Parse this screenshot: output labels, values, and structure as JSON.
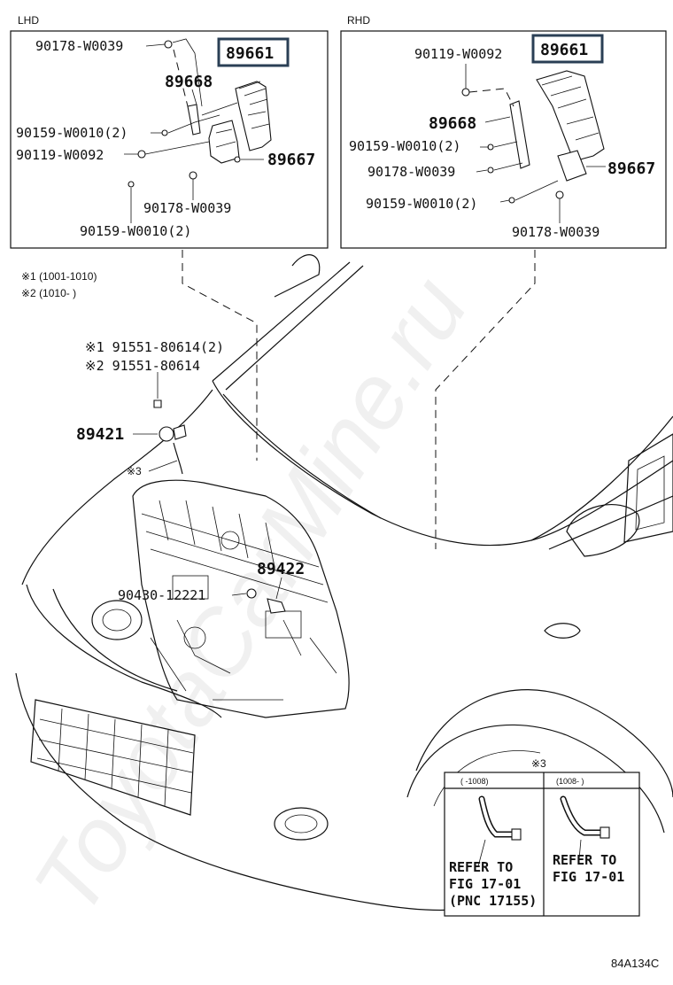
{
  "lhd": {
    "title": "LHD",
    "parts": {
      "p90178_top": "90178-W0039",
      "p89661": "89661",
      "p89668": "89668",
      "p90159_a": "90159-W0010(2)",
      "p90119": "90119-W0092",
      "p89667": "89667",
      "p90178_bot": "90178-W0039",
      "p90159_b": "90159-W0010(2)"
    }
  },
  "rhd": {
    "title": "RHD",
    "parts": {
      "p90119": "90119-W0092",
      "p89661": "89661",
      "p89668": "89668",
      "p90159_a": "90159-W0010(2)",
      "p90178_a": "90178-W0039",
      "p89667": "89667",
      "p90159_b": "90159-W0010(2)",
      "p90178_b": "90178-W0039"
    }
  },
  "notes": {
    "n1": "※1 (1001-1010)",
    "n2": "※2 (1010-      )"
  },
  "main": {
    "p91551_1": "※1 91551-80614(2)",
    "p91551_2": "※2 91551-80614",
    "p89421": "89421",
    "mark3": "※3",
    "p89422": "89422",
    "p90430": "90430-12221"
  },
  "inset": {
    "mark": "※3",
    "col1_header": "(    -1008)",
    "col2_header": "(1008-      )",
    "col1_ref": [
      "REFER TO",
      "FIG 17-01",
      "(PNC 17155)"
    ],
    "col2_ref": [
      "REFER TO",
      "FIG 17-01"
    ]
  },
  "watermark": "ToyotaCarMine.ru",
  "figure_code": "84A134C"
}
